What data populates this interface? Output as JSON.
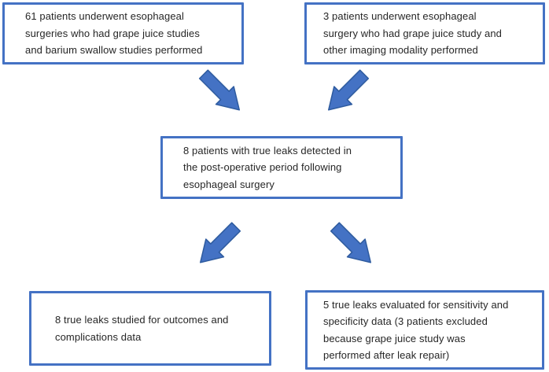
{
  "colors": {
    "accent_blue": "#4472C4",
    "arrow_border_blue": "#2E5B9F",
    "text": "#262626",
    "background": "#FFFFFF"
  },
  "flowchart": {
    "boxes": [
      {
        "id": "top-left",
        "lines": [
          "61 patients underwent esophageal",
          "surgeries who had grape juice studies",
          "and barium swallow studies performed"
        ]
      },
      {
        "id": "top-right",
        "lines": [
          "3 patients underwent esophageal",
          "surgery who had grape juice study and",
          "other imaging modality performed"
        ]
      },
      {
        "id": "middle",
        "lines": [
          "8 patients with true leaks detected in",
          "the post-operative period following",
          "esophageal surgery"
        ]
      },
      {
        "id": "bottom-left",
        "lines": [
          "8 true leaks studied for outcomes and",
          "complications data"
        ]
      },
      {
        "id": "bottom-right",
        "lines": [
          "5 true leaks evaluated for sensitivity and",
          "specificity data (3 patients excluded",
          "because grape juice study was",
          "performed after leak repair)"
        ]
      }
    ],
    "arrows": [
      {
        "id": "top-left-to-middle",
        "direction": "down-right"
      },
      {
        "id": "top-right-to-middle",
        "direction": "down-left"
      },
      {
        "id": "middle-to-bottom-left",
        "direction": "down-left"
      },
      {
        "id": "middle-to-bottom-right",
        "direction": "down-right"
      }
    ]
  }
}
